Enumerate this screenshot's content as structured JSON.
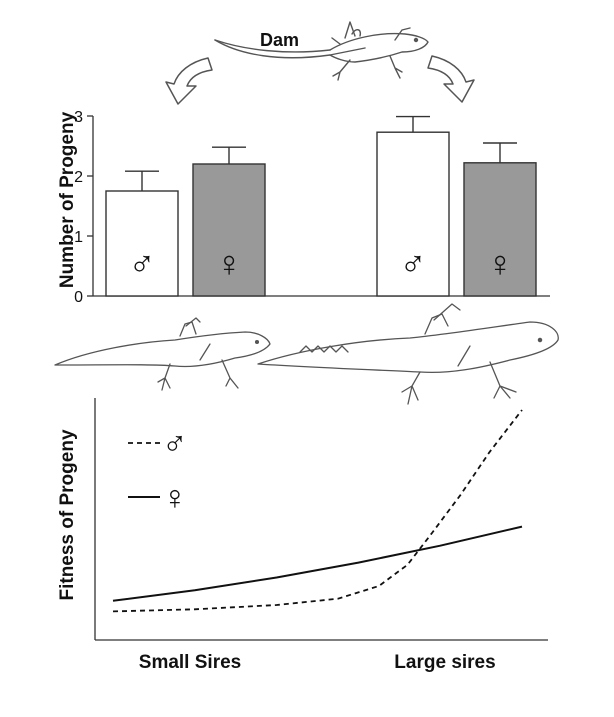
{
  "header": {
    "dam_label": "Dam"
  },
  "chart_data": [
    {
      "type": "bar",
      "ylabel": "Number of Progeny",
      "ylim": [
        0,
        3
      ],
      "yticks": [
        "0",
        "1",
        "2",
        "3"
      ],
      "groups": [
        {
          "bars": [
            {
              "sex": "male",
              "symbol": "♂",
              "value": 1.75,
              "error": 0.33,
              "fill": "#ffffff"
            },
            {
              "sex": "female",
              "symbol": "♀",
              "value": 2.2,
              "error": 0.28,
              "fill": "#999999"
            }
          ]
        },
        {
          "bars": [
            {
              "sex": "male",
              "symbol": "♂",
              "value": 2.73,
              "error": 0.26,
              "fill": "#ffffff"
            },
            {
              "sex": "female",
              "symbol": "♀",
              "value": 2.22,
              "error": 0.33,
              "fill": "#999999"
            }
          ]
        }
      ]
    },
    {
      "type": "line",
      "ylabel": "Fitness  of Progeny",
      "categories": [
        "Small Sires",
        "Large sires"
      ],
      "legend": [
        {
          "symbol": "♂",
          "style": "dashed"
        },
        {
          "symbol": "♀",
          "style": "solid"
        }
      ],
      "series": [
        {
          "style": "dashed",
          "x": [
            0,
            0.2,
            0.4,
            0.55,
            0.65,
            0.72,
            0.78,
            0.85,
            0.92,
            1.0
          ],
          "y": [
            0.05,
            0.06,
            0.08,
            0.11,
            0.17,
            0.27,
            0.42,
            0.6,
            0.8,
            1.0
          ]
        },
        {
          "style": "solid",
          "x": [
            0,
            0.2,
            0.4,
            0.6,
            0.8,
            1.0
          ],
          "y": [
            0.1,
            0.15,
            0.21,
            0.28,
            0.36,
            0.45
          ]
        }
      ]
    }
  ],
  "colors": {
    "axis": "#333333",
    "bar_female": "#999999",
    "bar_male": "#ffffff",
    "line": "#111111"
  },
  "icons": [
    "lizard-dam-icon",
    "curved-arrow-left-icon",
    "curved-arrow-right-icon",
    "lizard-small-sire-icon",
    "lizard-large-sire-icon"
  ]
}
